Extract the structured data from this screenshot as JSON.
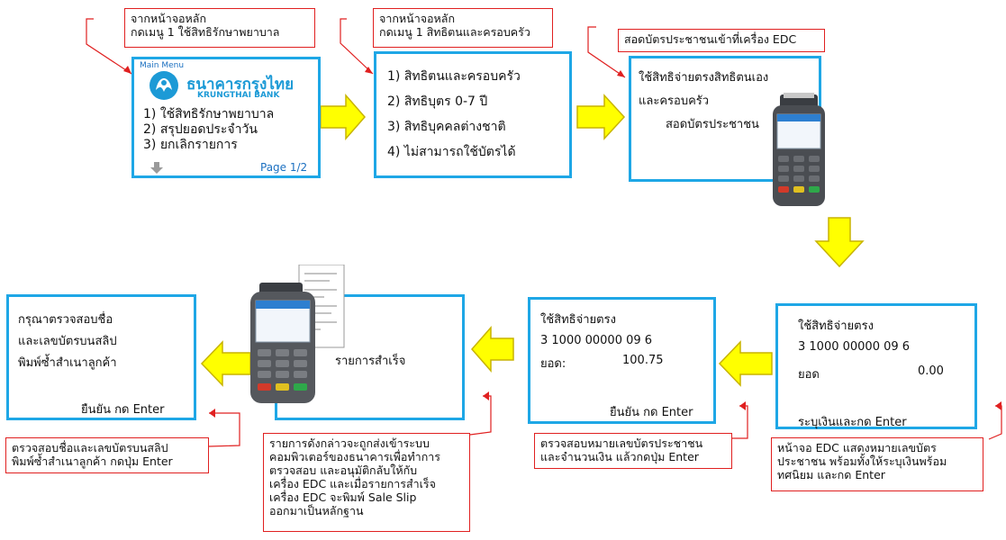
{
  "notes": {
    "n1": [
      "จากหน้าจอหลัก",
      "กดเมนู 1 ใช้สิทธิรักษาพยาบาล"
    ],
    "n2": [
      "จากหน้าจอหลัก",
      "กดเมนู 1 สิทธิตนและครอบครัว"
    ],
    "n3": [
      "สอดบัตรประชาชนเข้าที่เครื่อง EDC"
    ],
    "n4": [
      "หน้าจอ EDC แสดงหมายเลขบัตร",
      "ประชาชน พร้อมทั้งให้ระบุเงินพร้อม",
      "ทศนิยม และกด Enter"
    ],
    "n5": [
      "ตรวจสอบหมายเลขบัตรประชาชน",
      "และจำนวนเงิน แล้วกดปุ่ม Enter"
    ],
    "n6": [
      "รายการดังกล่าวจะถูกส่งเข้าระบบ",
      "คอมพิวเตอร์ของธนาคารเพื่อทำการ",
      "ตรวจสอบ และอนุมัติกลับให้กับ",
      "เครื่อง EDC และเมื่อรายการสำเร็จ",
      "เครื่อง EDC จะพิมพ์ Sale Slip",
      "ออกมาเป็นหลักฐาน"
    ],
    "n7": [
      "ตรวจสอบชื่อและเลขบัตรบนสลิป",
      "พิมพ์ซ้ำสำเนาลูกค้า กดปุ่ม Enter"
    ]
  },
  "s1": {
    "header": "Main Menu",
    "bank_th": "ธนาคารกรุงไทย",
    "bank_en": "KRUNGTHAI BANK",
    "items": [
      "1) ใช้สิทธิรักษาพยาบาล",
      "2) สรุปยอดประจำวัน",
      "3) ยกเลิกรายการ"
    ],
    "page": "Page 1/2"
  },
  "s2": {
    "items": [
      "1) สิทธิตนและครอบครัว",
      "2) สิทธิบุตร 0-7 ปี",
      "3) สิทธิบุคคลต่างชาติ",
      "4) ไม่สามารถใช้บัตรได้"
    ]
  },
  "s3": {
    "line1": "ใช้สิทธิจ่ายตรงสิทธิตนเอง",
    "line2": "และครอบครัว",
    "line3": "สอดบัตรประชาชน"
  },
  "s4": {
    "title": "ใช้สิทธิจ่ายตรง",
    "id": "3 1000 00000 09 6",
    "amount_label": "ยอด",
    "amount": "0.00",
    "prompt": "ระบุเงินและกด Enter"
  },
  "s5": {
    "title": "ใช้สิทธิจ่ายตรง",
    "id": "3 1000 00000 09 6",
    "amount_label": "ยอด:",
    "amount": "100.75",
    "confirm": "ยืนยัน กด Enter"
  },
  "s6": {
    "text": "รายการสำเร็จ"
  },
  "s7": {
    "lines": [
      "กรุณาตรวจสอบชื่อ",
      "และเลขบัตรบนสลิป",
      "พิมพ์ซ้ำสำเนาลูกค้า"
    ],
    "confirm": "ยืนยัน กด Enter"
  },
  "colors": {
    "screen_border": "#1ea7e6",
    "note_border": "#e02020",
    "arrow_fill": "#ffff00",
    "arrow_stroke": "#c8b400"
  }
}
